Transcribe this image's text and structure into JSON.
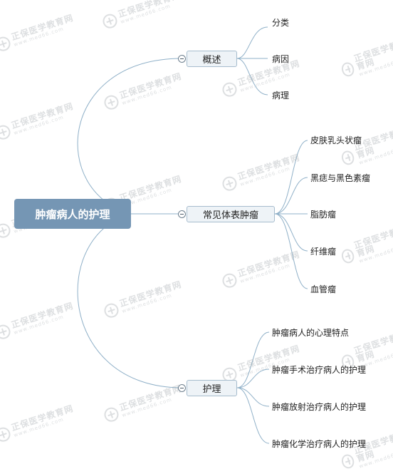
{
  "root": {
    "label": "肿瘤病人的护理"
  },
  "branches": [
    {
      "label": "概述",
      "children": [
        "分类",
        "病因",
        "病理"
      ]
    },
    {
      "label": "常见体表肿瘤",
      "children": [
        "皮肤乳头状瘤",
        "黑痣与黑色素瘤",
        "脂肪瘤",
        "纤维瘤",
        "血管瘤"
      ]
    },
    {
      "label": "护理",
      "children": [
        "肿瘤病人的心理特点",
        "肿瘤手术治疗病人的护理",
        "肿瘤放射治疗病人的护理",
        "肿瘤化学治疗病人的护理"
      ]
    }
  ],
  "watermark": {
    "name": "正保医学教育网",
    "url": "www.med66.com"
  },
  "colors": {
    "root_fill": "#7596b4",
    "branch_fill": "#eef3f7",
    "branch_border": "#a6bccd",
    "connector": "#8fb0c8"
  }
}
